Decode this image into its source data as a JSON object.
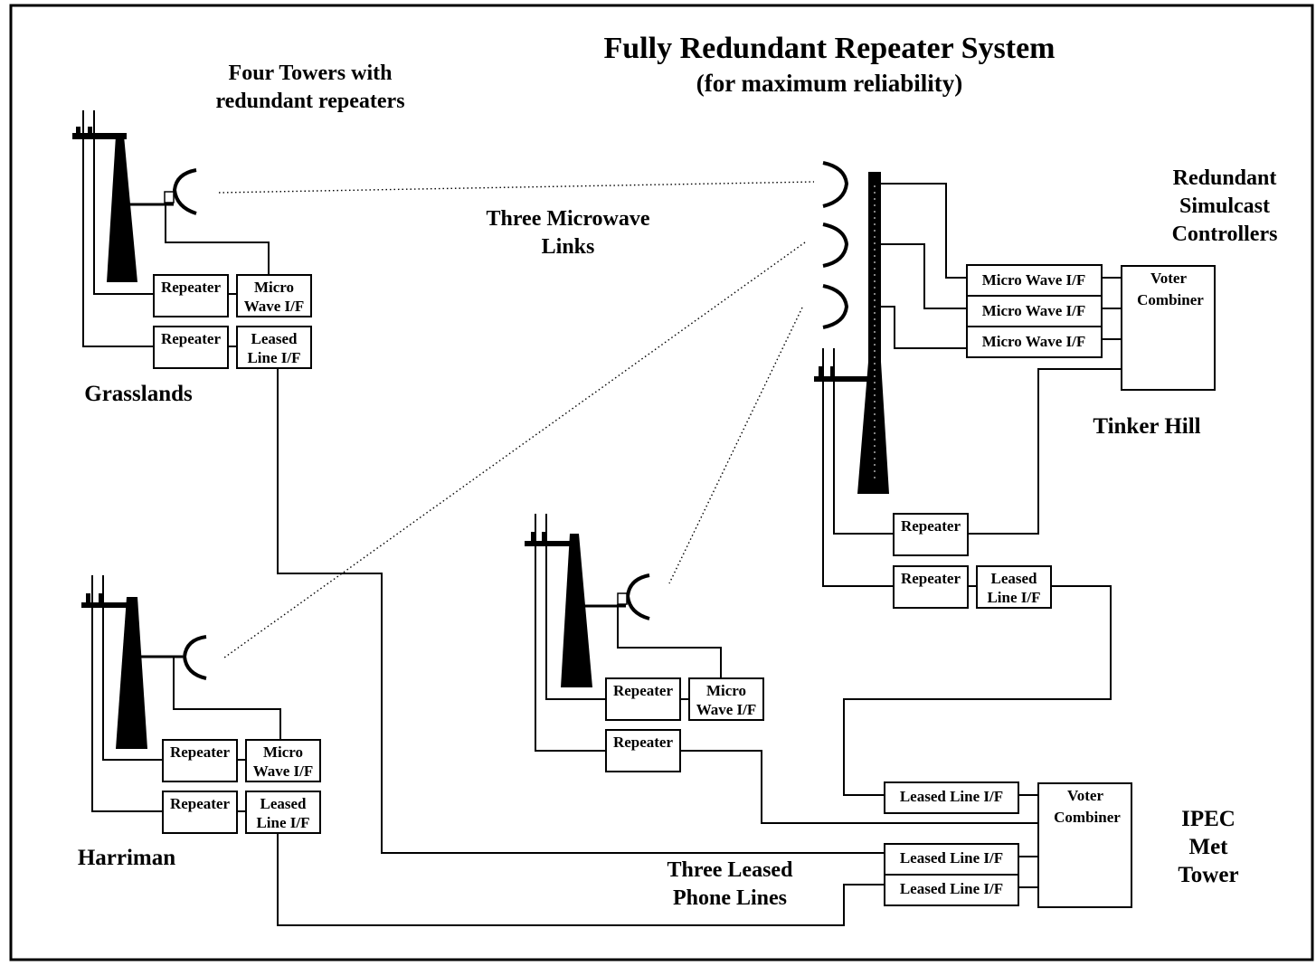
{
  "title": "Fully Redundant Repeater System",
  "subtitle": "(for maximum reliability)",
  "annotations": {
    "four_towers_line1": "Four Towers with",
    "four_towers_line2": "redundant repeaters",
    "microwave_links_line1": "Three Microwave",
    "microwave_links_line2": "Links",
    "controllers_line1": "Redundant",
    "controllers_line2": "Simulcast",
    "controllers_line3": "Controllers",
    "leased_lines_line1": "Three Leased",
    "leased_lines_line2": "Phone Lines"
  },
  "sites": {
    "grasslands": "Grasslands",
    "harriman": "Harriman",
    "tinker_hill": "Tinker Hill",
    "ipec_line1": "IPEC",
    "ipec_line2": "Met",
    "ipec_line3": "Tower"
  },
  "boxes": {
    "repeater": "Repeater",
    "micro": "Micro",
    "wave_if": "Wave I/F",
    "leased": "Leased",
    "line_if": "Line I/F",
    "micro_wave_if": "Micro Wave I/F",
    "leased_line_if": "Leased Line I/F",
    "voter": "Voter",
    "combiner": "Combiner"
  },
  "colors": {
    "ink": "#000000",
    "background": "#ffffff"
  }
}
